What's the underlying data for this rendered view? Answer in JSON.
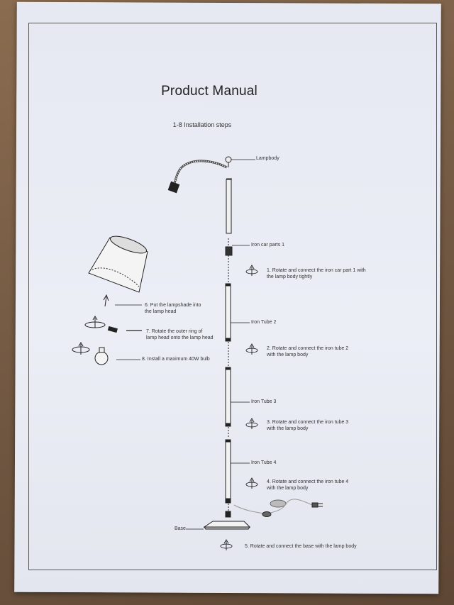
{
  "document": {
    "title": "Product Manual",
    "subtitle": "1-8 Installation steps"
  },
  "parts": {
    "lampbody": "Lampbody",
    "iron_car_parts_1": "Iron car parts 1",
    "iron_tube_2": "Iron Tube 2",
    "iron_tube_3": "Iron Tube 3",
    "iron_tube_4": "Iron Tube 4",
    "base": "Base"
  },
  "steps": {
    "step1": {
      "line1": "1. Rotate and connect the iron car part 1 with",
      "line2": "the lamp body tightly"
    },
    "step2": {
      "line1": "2. Rotate and connect the iron tube 2",
      "line2": "with the lamp body"
    },
    "step3": {
      "line1": "3. Rotate and connect the iron tube 3",
      "line2": "with the lamp body"
    },
    "step4": {
      "line1": "4. Rotate and connect the iron tube 4",
      "line2": "with the lamp body"
    },
    "step5": {
      "line1": "5. Rotate and connect the base with the lamp body"
    },
    "step6": {
      "line1": "6. Put the lampshade into",
      "line2": "the lamp head"
    },
    "step7": {
      "line1": "7. Rotate the outer ring of",
      "line2": "lamp head onto the lamp head"
    },
    "step8": {
      "line1": "8. Install a maximum 40W bulb"
    }
  }
}
